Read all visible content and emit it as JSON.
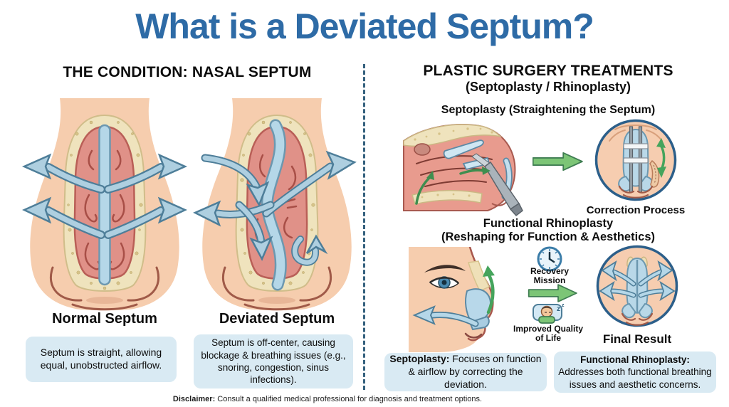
{
  "title": "What is a Deviated Septum?",
  "colors": {
    "title_blue": "#2e6ba6",
    "heading_black": "#0d0d0d",
    "info_box_bg": "#d9eaf3",
    "divider_blue": "#35617e",
    "airflow_blue": "#aecfe0",
    "airflow_outline": "#4e7e99",
    "action_green": "#7cc576",
    "skin_tone": "#f6cdae",
    "bone_cream": "#efe3bd",
    "cavity_pink": "#e09188",
    "septum_blue": "#b5d7e8",
    "circle_border": "#2c5f8a"
  },
  "left_panel": {
    "header": "THE CONDITION: NASAL SEPTUM",
    "figures": [
      {
        "label": "Normal Septum",
        "description": "Septum is straight, allowing equal, unobstructed airflow."
      },
      {
        "label": "Deviated Septum",
        "description": "Septum is off-center, causing blockage & breathing issues (e.g., snoring, congestion, sinus infections)."
      }
    ]
  },
  "right_panel": {
    "header": "PLASTIC SURGERY TREATMENTS",
    "subheader": "(Septoplasty / Rhinoplasty)",
    "septoplasty_section": {
      "title": "Septoplasty (Straightening the Septum)",
      "result_caption": "Correction Process"
    },
    "rhinoplasty_section": {
      "title": "Functional Rhinoplasty",
      "subtitle": "(Reshaping for Function & Aesthetics)",
      "recovery_caption": "Recovery Mission",
      "quality_caption": "Improved Quality of Life",
      "result_caption": "Final Result"
    },
    "summary_boxes": [
      {
        "lead": "Septoplasty:",
        "text": " Focuses on function & airflow by correcting the deviation."
      },
      {
        "lead": "Functional Rhinoplasty:",
        "text": " Addresses both functional breathing issues and aesthetic concerns."
      }
    ]
  },
  "footer": {
    "lead": "Disclaimer:",
    "text": " Consult a qualified medical professional for diagnosis and treatment options."
  },
  "icons": {
    "clock": "clock-icon",
    "sleeping_person": "sleeping-person-icon",
    "sleep_z": "z",
    "airflow_arrows": "airflow-arrow-icon",
    "process_arrow": "green-process-arrow-icon"
  }
}
